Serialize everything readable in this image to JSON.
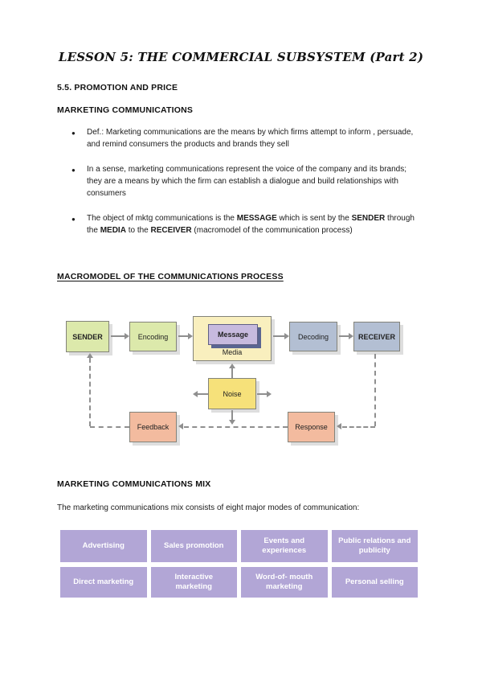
{
  "title": "LESSON 5: THE COMMERCIAL SUBSYSTEM (Part 2)",
  "section1": {
    "heading": "5.5. PROMOTION AND PRICE",
    "subheading": "MARKETING COMMUNICATIONS",
    "bullet_char": "●",
    "bullet1": "Def.: Marketing communications are the means by which firms attempt to inform , persuade, and remind consumers the products and brands they sell",
    "bullet2": "In a sense, marketing communications represent the voice of the company and its brands; they are a means by which the firm can establish a dialogue and build relationships with consumers",
    "bullet3": {
      "t1": "The object of mktg communications is the ",
      "b1": "MESSAGE",
      "t2": " which is sent by the ",
      "b2": "SENDER",
      "t3": " through the ",
      "b3": "MEDIA",
      "t4": " to the ",
      "b4": "RECEIVER",
      "t5": " (macromodel of the communication process)"
    }
  },
  "macromodel": {
    "heading": "MACROMODEL OF THE COMMUNICATIONS PROCESS",
    "nodes": {
      "sender": "SENDER",
      "encoding": "Encoding",
      "message": "Message",
      "media": "Media",
      "decoding": "Decoding",
      "receiver": "RECEIVER",
      "noise": "Noise",
      "feedback": "Feedback",
      "response": "Response"
    },
    "colors": {
      "sender": "#dce9ab",
      "encoding": "#dce9ab",
      "media": "#f9efbe",
      "message": "#c7bade",
      "message_shadow": "#5a6591",
      "decoding": "#b3bfd3",
      "receiver": "#b3bfd3",
      "noise": "#f6e17a",
      "feedback": "#f3bb9f",
      "response": "#f3bb9f",
      "arrow": "#8f8f8f"
    }
  },
  "mix": {
    "heading": "MARKETING COMMUNICATIONS MIX",
    "intro": "The marketing communications mix consists of eight major modes of communication:",
    "cell_color": "#b2a6d6",
    "cells": [
      "Advertising",
      "Sales promotion",
      "Events and experiences",
      "Public relations and publicity",
      "Direct marketing",
      "Interactive marketing",
      "Word-of- mouth marketing",
      "Personal selling"
    ]
  }
}
